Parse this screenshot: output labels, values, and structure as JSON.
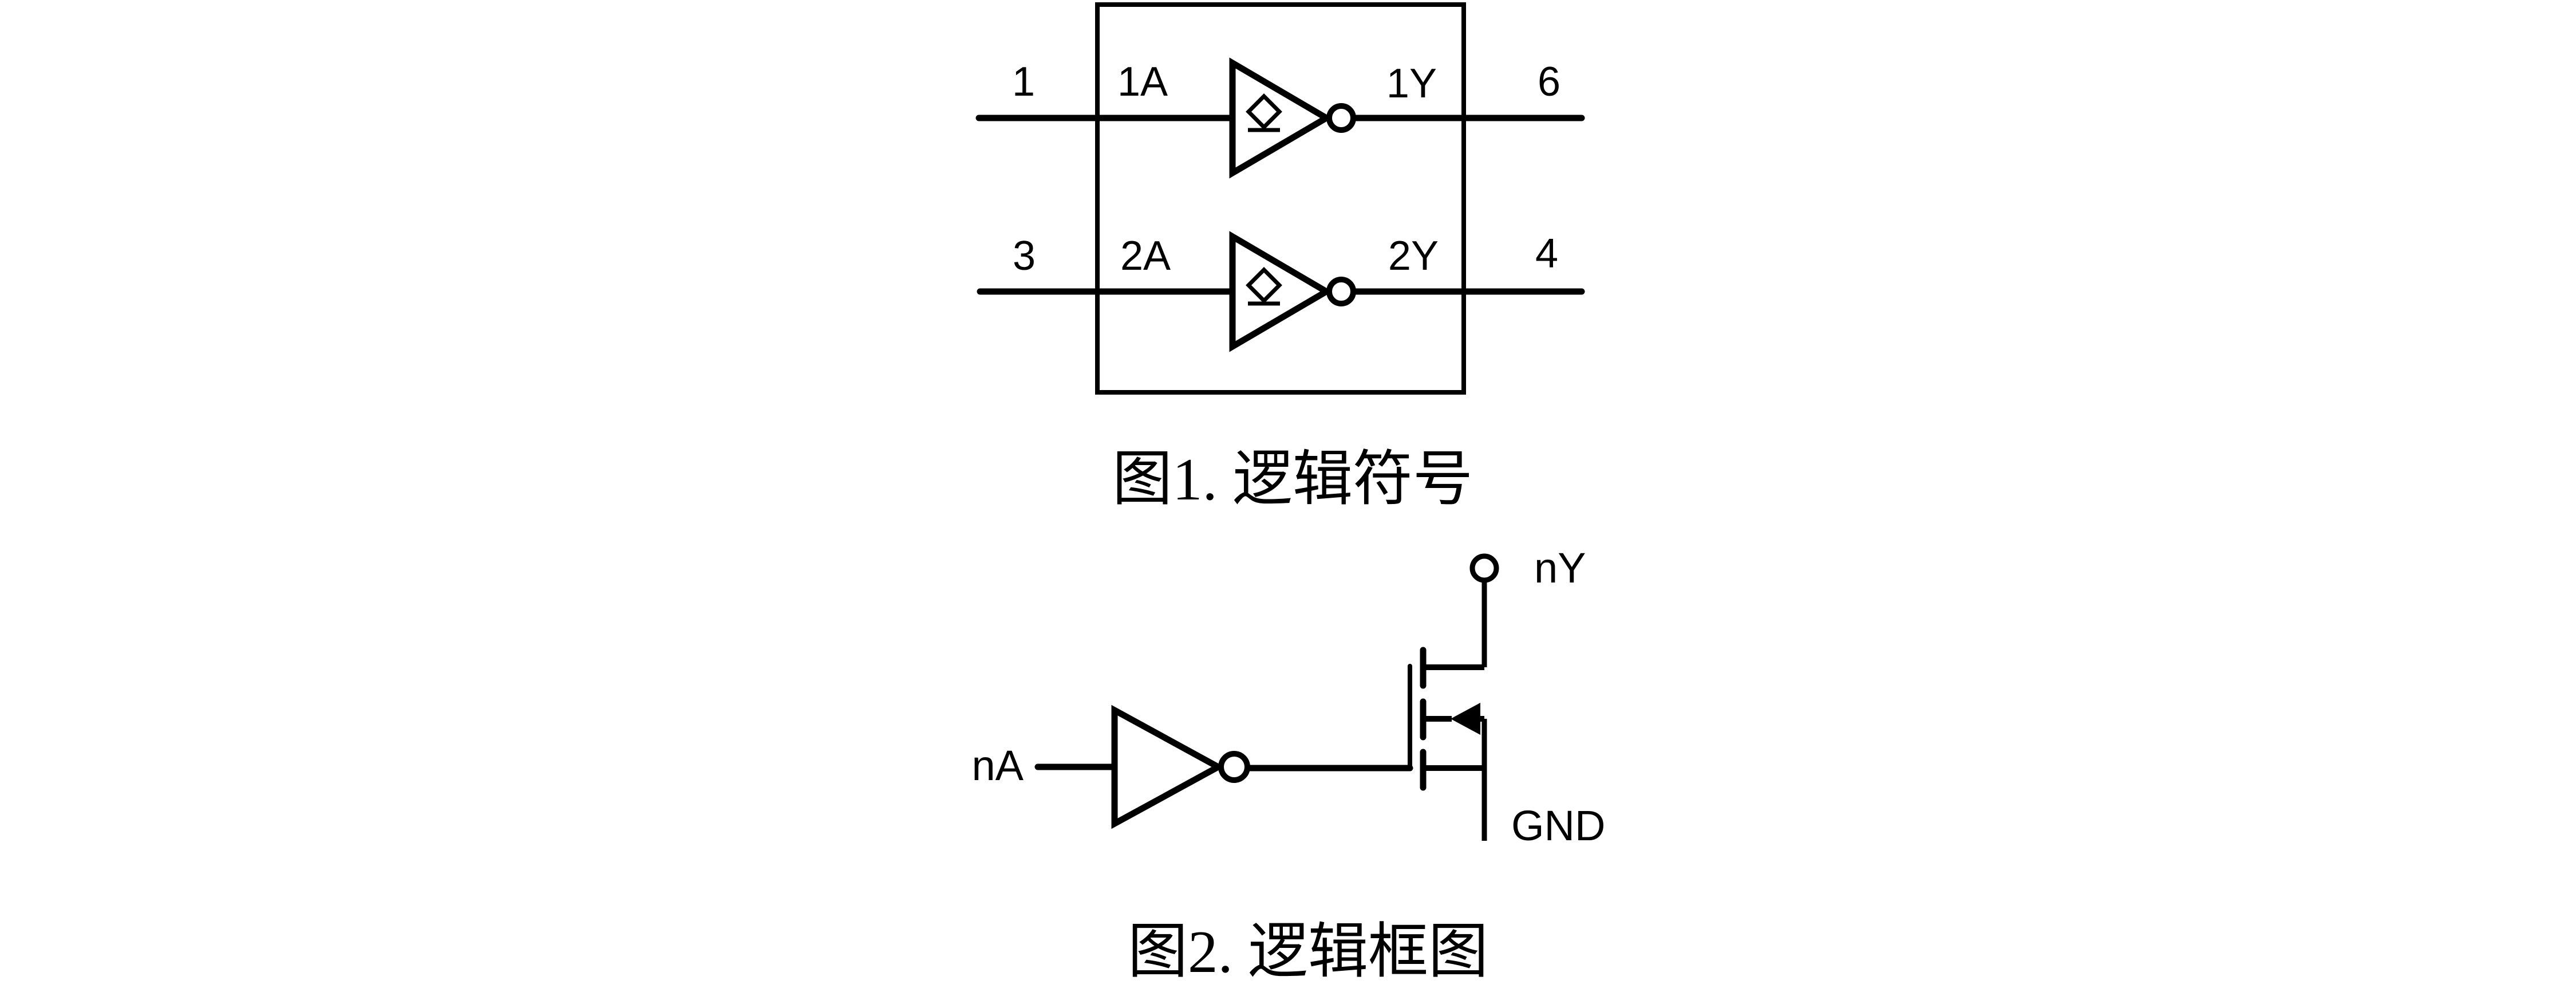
{
  "colors": {
    "ink": "#000000",
    "background": "#ffffff"
  },
  "figure1": {
    "caption": "图1. 逻辑符号",
    "gates": [
      {
        "pin_in": "1",
        "in_label": "1A",
        "out_label": "1Y",
        "pin_out": "6"
      },
      {
        "pin_in": "3",
        "in_label": "2A",
        "out_label": "2Y",
        "pin_out": "4"
      }
    ]
  },
  "figure2": {
    "caption": "图2. 逻辑框图",
    "input_label": "nA",
    "output_label": "nY",
    "ground_label": "GND"
  }
}
